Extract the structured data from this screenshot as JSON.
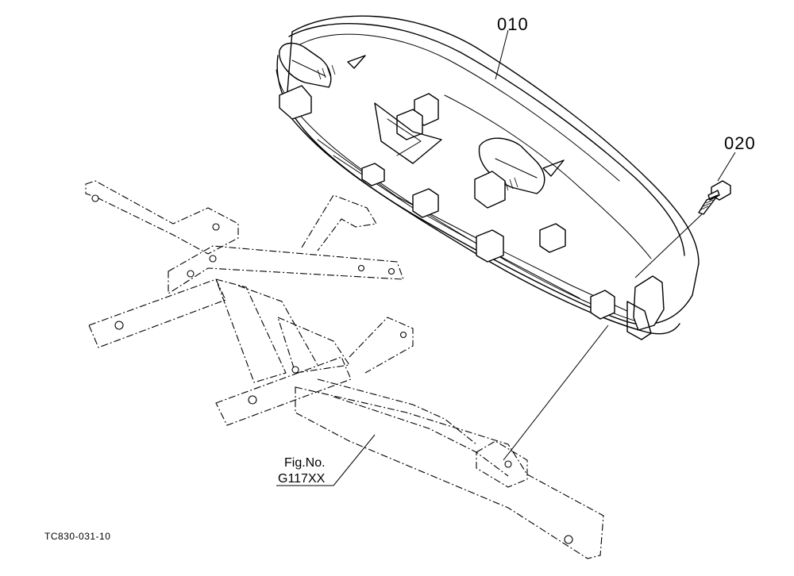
{
  "diagram": {
    "callouts": [
      {
        "id": "part-010",
        "text": "010"
      },
      {
        "id": "part-020",
        "text": "020"
      }
    ],
    "figure_reference": {
      "line1": "Fig.No.",
      "line2": "G117XX"
    },
    "drawing_code": "TC830-031-10"
  }
}
